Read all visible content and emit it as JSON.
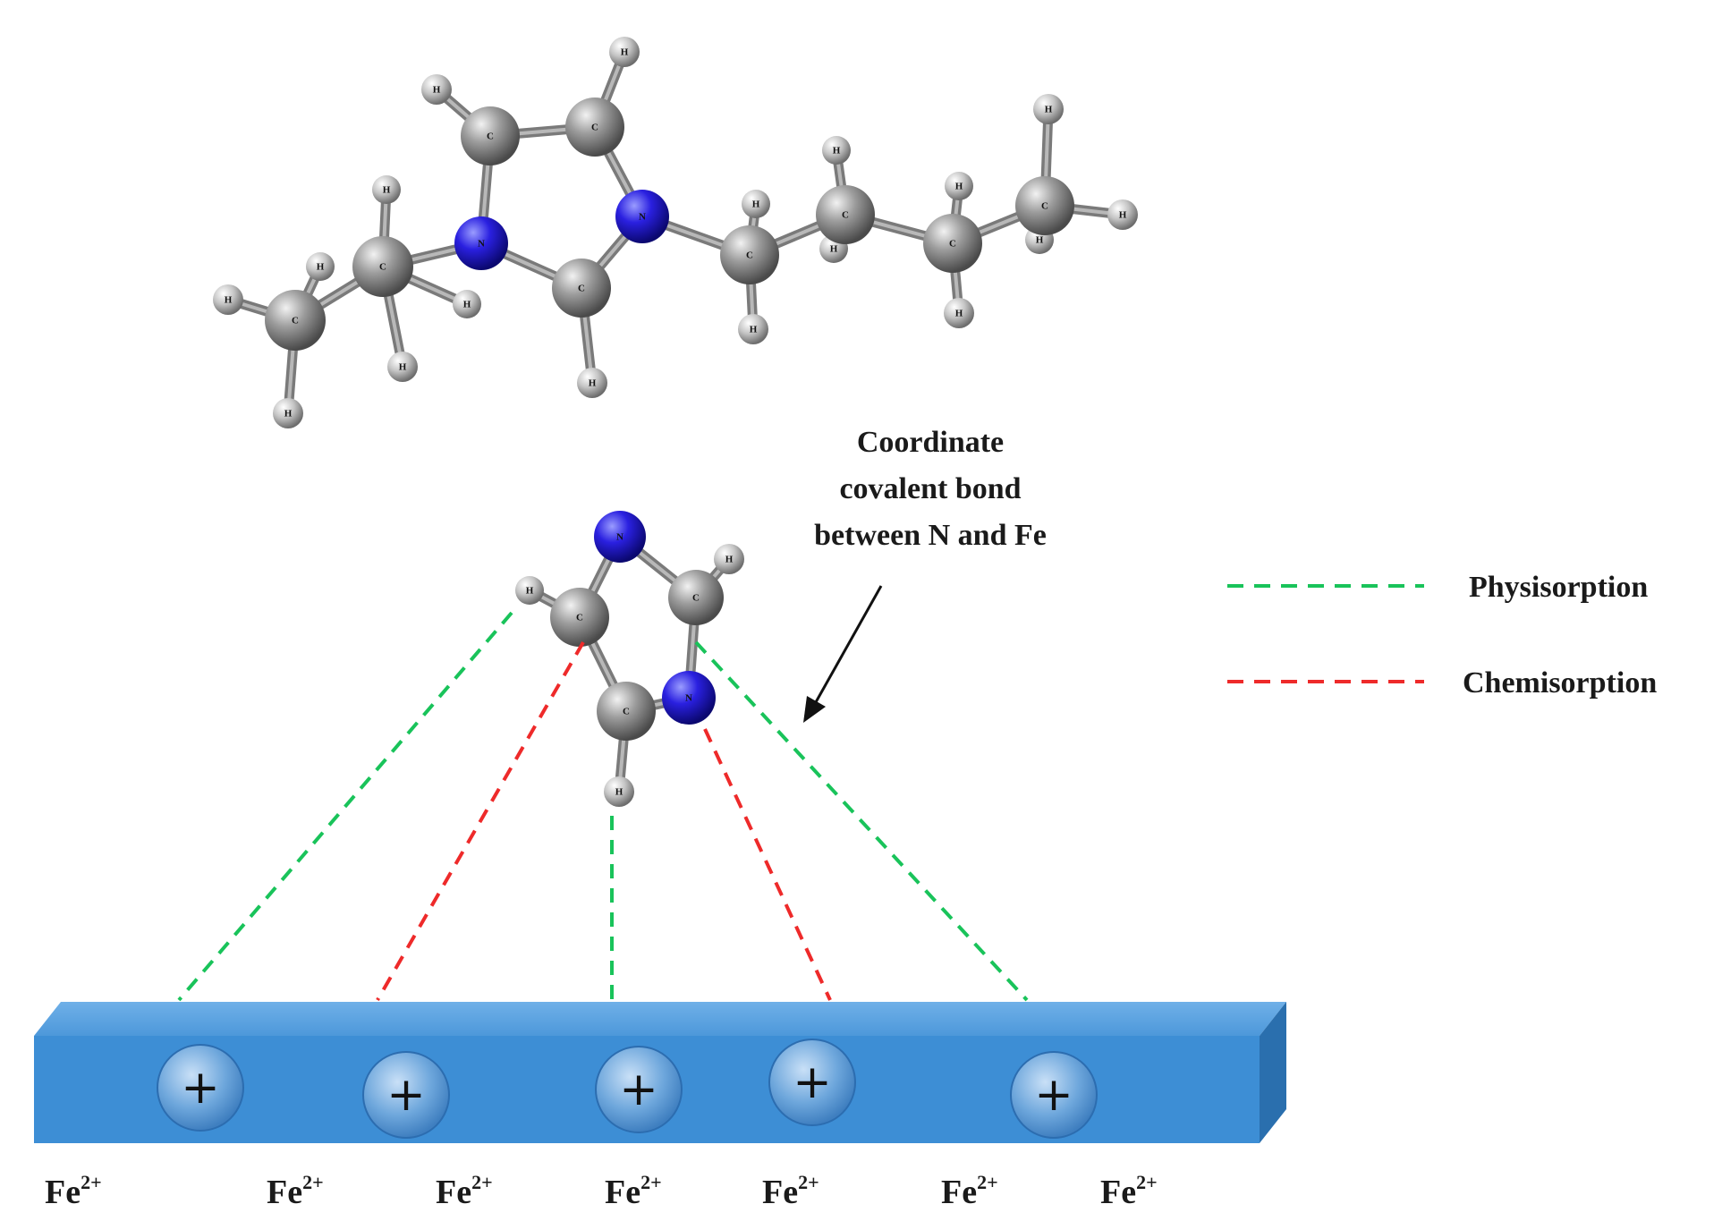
{
  "annotation": {
    "lines": [
      "Coordinate",
      "covalent bond",
      "between N and Fe"
    ]
  },
  "legend": {
    "items": [
      {
        "label": "Physisorption",
        "color": "#19c35a"
      },
      {
        "label": "Chemisorption",
        "color": "#ee2a2a"
      }
    ]
  },
  "surface": {
    "color": "#3c8fd6",
    "charge_symbol": "+",
    "charge_count": 5,
    "ions": [
      "Fe",
      "Fe",
      "Fe",
      "Fe",
      "Fe",
      "Fe",
      "Fe"
    ],
    "ion_charge": "2+"
  },
  "atom_labels": {
    "carbon": "C",
    "nitrogen": "N",
    "hydrogen": "H"
  },
  "colors": {
    "carbon": "#8c8c8c",
    "nitrogen": "#1a14d8",
    "hydrogen": "#bdbdbd",
    "bond": "#7a7a7a"
  }
}
